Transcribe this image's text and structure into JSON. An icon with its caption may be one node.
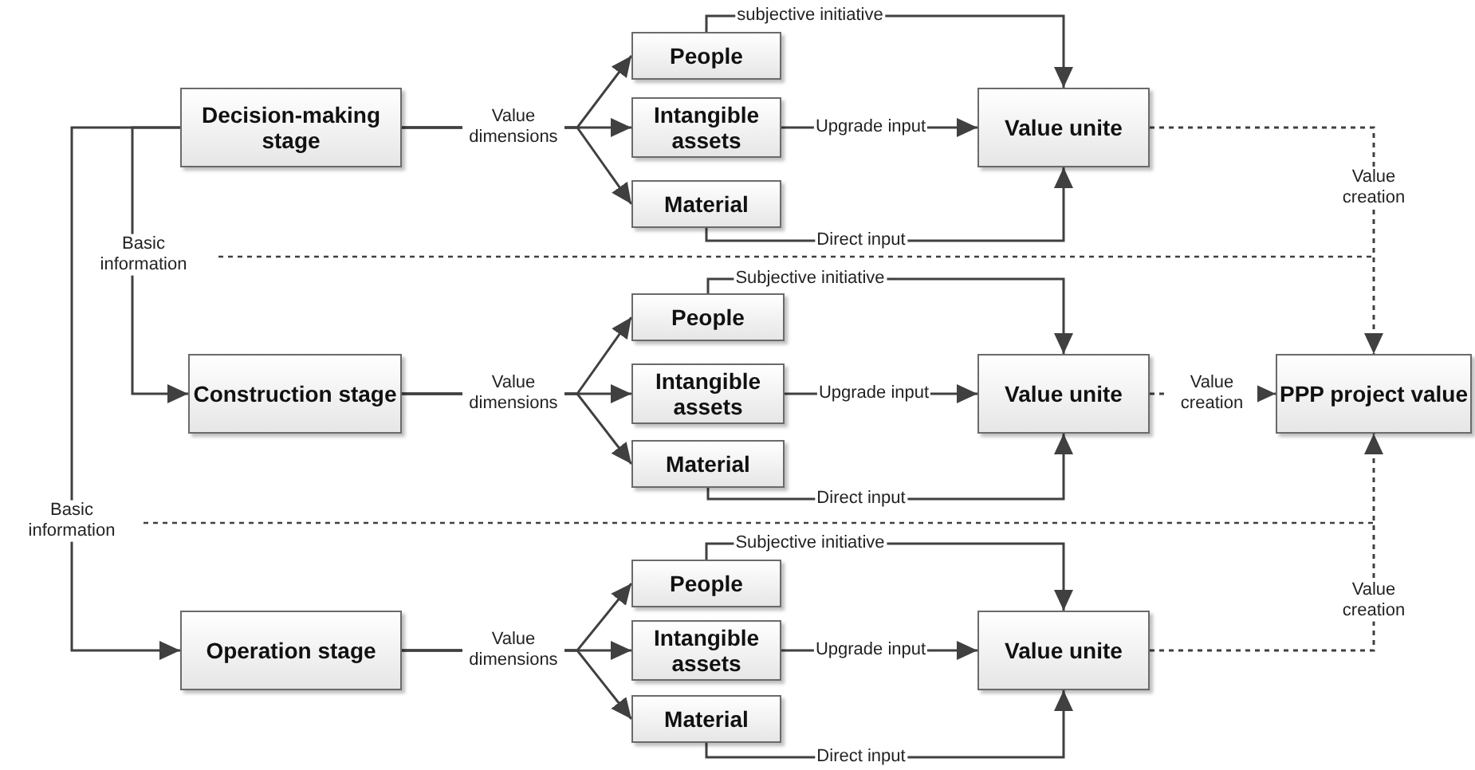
{
  "diagram": {
    "nodes": [
      {
        "text": [
          "Decision-making stage"
        ]
      },
      {
        "text": [
          "People"
        ]
      },
      {
        "text": [
          "Intangible assets"
        ]
      },
      {
        "text": [
          "Material"
        ]
      },
      {
        "text": [
          "Value unite"
        ]
      },
      {
        "text": [
          "Construction stage"
        ]
      },
      {
        "text": [
          "People"
        ]
      },
      {
        "text": [
          "Intangible assets"
        ]
      },
      {
        "text": [
          "Material"
        ]
      },
      {
        "text": [
          "Value unite"
        ]
      },
      {
        "text": [
          "PPP project value"
        ]
      },
      {
        "text": [
          "Operation stage"
        ]
      },
      {
        "text": [
          "People"
        ]
      },
      {
        "text": [
          "Intangible assets"
        ]
      },
      {
        "text": [
          "Material"
        ]
      },
      {
        "text": [
          "Value unite"
        ]
      }
    ],
    "edges": [
      {
        "from": 0,
        "to": 5,
        "arrow": "to",
        "label": "Basic information"
      },
      {
        "from": 0,
        "to": 11,
        "arrow": "to",
        "label": "Basic information"
      },
      {
        "from": 0,
        "to": 1,
        "arrow": "to"
      },
      {
        "from": 0,
        "to": 2,
        "arrow": "to",
        "label": "Value dimensions"
      },
      {
        "from": 0,
        "to": 3,
        "arrow": "to"
      },
      {
        "from": 1,
        "to": 4,
        "arrow": "to",
        "label": "subjective initiative"
      },
      {
        "from": 2,
        "to": 4,
        "arrow": "to",
        "label": "Upgrade input"
      },
      {
        "from": 3,
        "to": 4,
        "arrow": "to",
        "label": "Direct input"
      },
      {
        "from": 4,
        "to": 10,
        "arrow": "to",
        "label": "Value creation",
        "style": "dashed"
      },
      {
        "from": 5,
        "to": 6,
        "arrow": "to"
      },
      {
        "from": 5,
        "to": 7,
        "arrow": "to",
        "label": "Value dimensions"
      },
      {
        "from": 5,
        "to": 8,
        "arrow": "to"
      },
      {
        "from": 6,
        "to": 9,
        "arrow": "to",
        "label": "Subjective initiative"
      },
      {
        "from": 7,
        "to": 9,
        "arrow": "to",
        "label": "Upgrade input"
      },
      {
        "from": 8,
        "to": 9,
        "arrow": "to",
        "label": "Direct input"
      },
      {
        "from": 9,
        "to": 10,
        "arrow": "to",
        "label": "Value creation",
        "style": "dashed"
      },
      {
        "from": 11,
        "to": 12,
        "arrow": "to"
      },
      {
        "from": 11,
        "to": 13,
        "arrow": "to",
        "label": "Value dimensions"
      },
      {
        "from": 11,
        "to": 14,
        "arrow": "to"
      },
      {
        "from": 12,
        "to": 15,
        "arrow": "to",
        "label": "Subjective initiative"
      },
      {
        "from": 13,
        "to": 15,
        "arrow": "to",
        "label": "Upgrade input"
      },
      {
        "from": 14,
        "to": 15,
        "arrow": "to",
        "label": "Direct input"
      },
      {
        "from": 15,
        "to": 10,
        "arrow": "to",
        "label": "Value creation",
        "style": "dashed"
      }
    ]
  }
}
